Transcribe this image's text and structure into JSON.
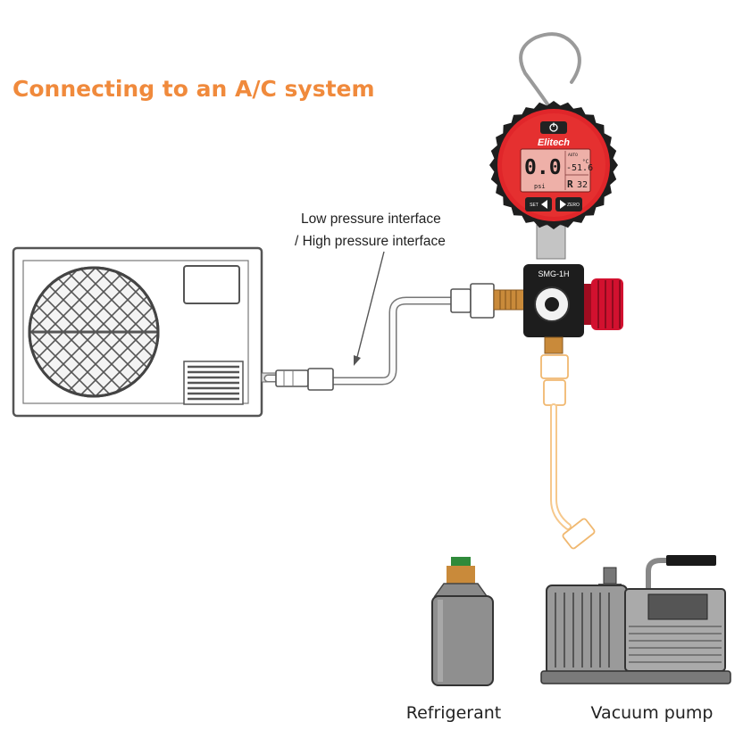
{
  "title": "Connecting to an A/C system",
  "colors": {
    "title": "#F08A3C",
    "gauge_red": "#E0262A",
    "gauge_body": "#1E1E1E",
    "lcd_bg": "#E6A6A0",
    "hose_yellow": "#F6C88C",
    "unit_outline": "#555555",
    "valve_knob": "#C8102E"
  },
  "callout": {
    "line1": "Low pressure interface",
    "line2": "/ High pressure interface"
  },
  "gauge": {
    "brand": "Elitech",
    "model": "SMG-1H",
    "reading": "0.0",
    "unit": "psi",
    "temperature": "-51.6",
    "temperature_unit": "°C",
    "refrigerant_label": "R",
    "refrigerant_code": "32",
    "auto_label": "AUTO",
    "set_label": "SET",
    "zero_label": "ZERO",
    "power_icon": "power-icon"
  },
  "labels": {
    "refrigerant": "Refrigerant",
    "vacuum_pump": "Vacuum pump"
  }
}
